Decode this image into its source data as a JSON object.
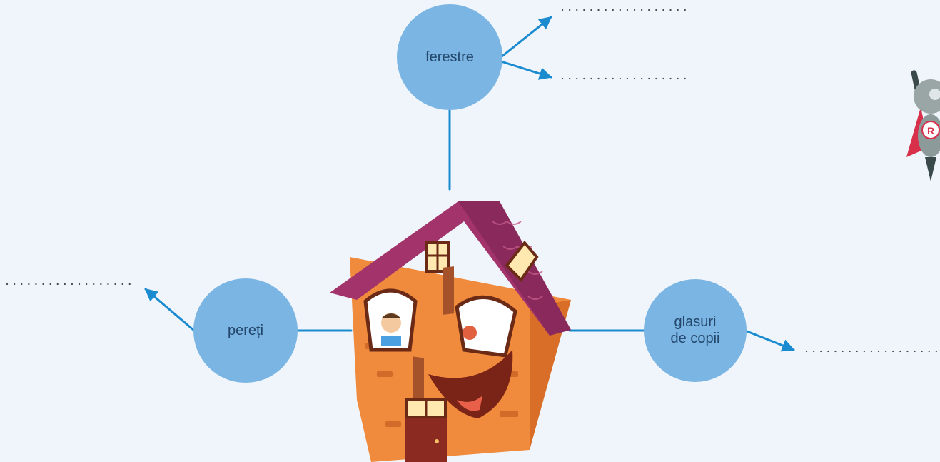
{
  "colors": {
    "background": "#f0f5fb",
    "bubble": "#7ab5e3",
    "connector": "#1a8bcf",
    "dots": "#4a4a4a",
    "label_text": "#24466b"
  },
  "nodes": {
    "ferestre": {
      "label": "ferestre"
    },
    "pereti": {
      "label": "pereți"
    },
    "glasuri": {
      "lines": [
        "glasuri",
        "de copii"
      ]
    }
  },
  "mascot": {
    "badge_letter": "R"
  },
  "icons": [
    "arrow-icon",
    "house-illustration",
    "robot-mascot-icon"
  ]
}
